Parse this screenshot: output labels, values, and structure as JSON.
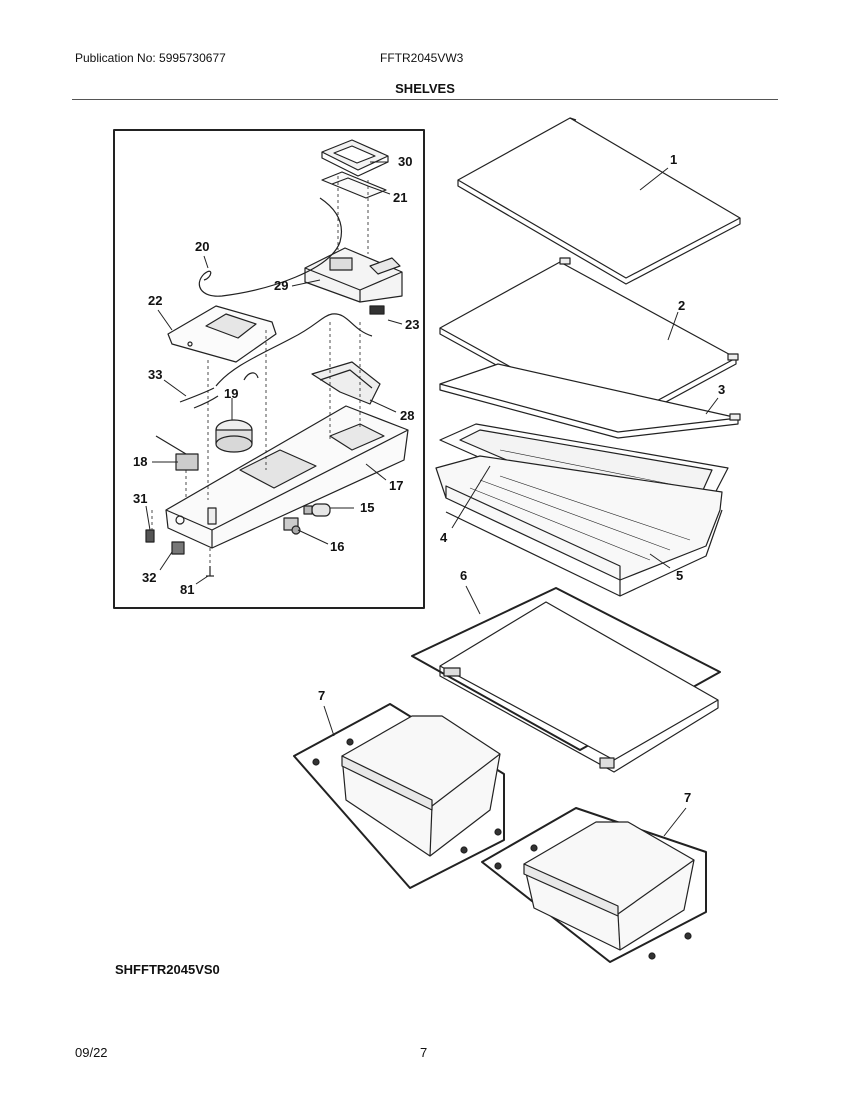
{
  "header": {
    "publication": "Publication No: 5995730677",
    "model": "FFTR2045VW3",
    "section_title": "SHELVES"
  },
  "footer": {
    "diagram_code": "SHFFTR2045VS0",
    "date": "09/22",
    "page_number": "7"
  },
  "callouts": {
    "p1": "1",
    "p2": "2",
    "p3": "3",
    "p4": "4",
    "p5": "5",
    "p6": "6",
    "p7a": "7",
    "p7b": "7",
    "p15": "15",
    "p16": "16",
    "p17": "17",
    "p18": "18",
    "p19": "19",
    "p20": "20",
    "p21": "21",
    "p22": "22",
    "p23": "23",
    "p28": "28",
    "p29": "29",
    "p30": "30",
    "p31": "31",
    "p32": "32",
    "p33": "33",
    "p81": "81"
  }
}
